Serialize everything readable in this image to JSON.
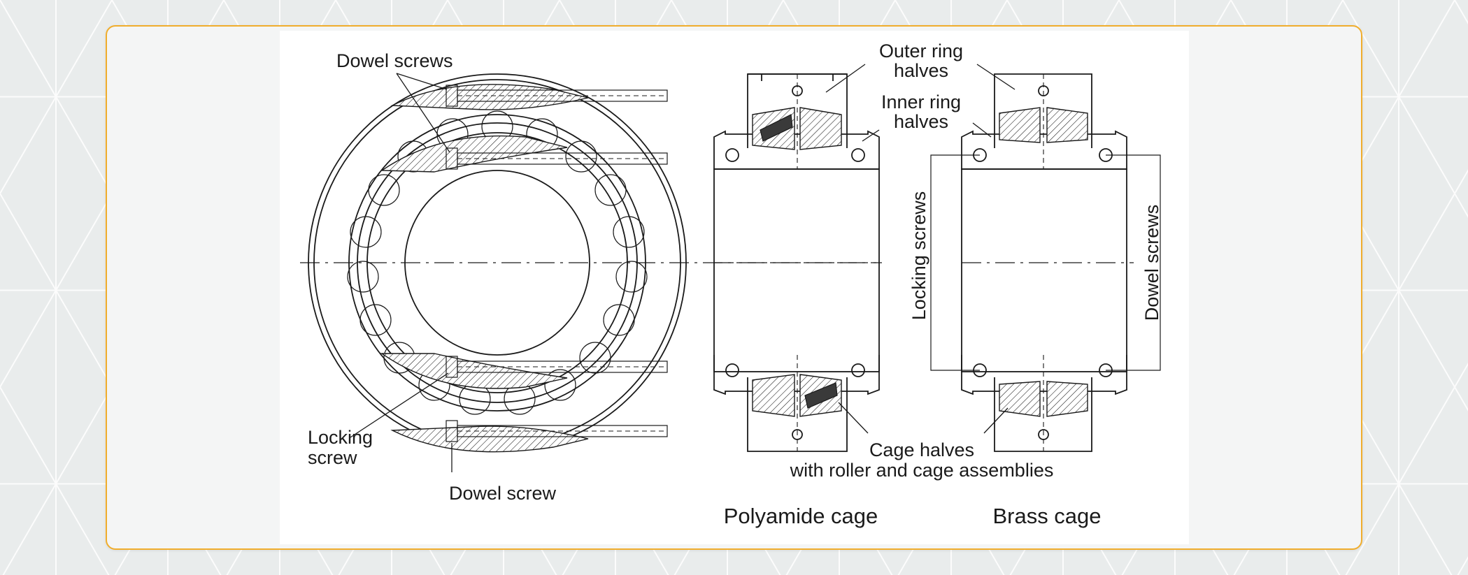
{
  "labels": {
    "dowel_screws_top": "Dowel screws",
    "outer_ring_line1": "Outer ring",
    "outer_ring_line2": "halves",
    "inner_ring_line1": "Inner ring",
    "inner_ring_line2": "halves",
    "locking_screw_line1": "Locking",
    "locking_screw_line2": "screw",
    "dowel_screw_bottom": "Dowel screw",
    "cage_halves_line1": "Cage halves",
    "cage_halves_line2": "with roller and cage assemblies",
    "locking_screws_vertical": "Locking screws",
    "dowel_screws_vertical": "Dowel screws",
    "polyamide_cage": "Polyamide cage",
    "brass_cage": "Brass cage"
  },
  "colors": {
    "page_background": "#e9ecec",
    "card_border": "#f0ad2c",
    "line": "#1a1a1a"
  }
}
